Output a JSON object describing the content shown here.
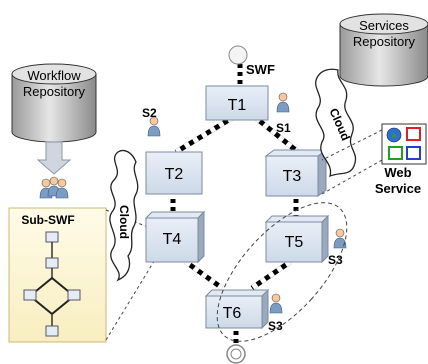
{
  "workflow_repository": {
    "label_line1": "Workflow",
    "label_line2": "Repository"
  },
  "services_repository": {
    "label_line1": "Services",
    "label_line2": "Repository"
  },
  "web_service": {
    "label_line1": "Web",
    "label_line2": "Service"
  },
  "sub_swf": {
    "label": "Sub-SWF"
  },
  "swf_label": "SWF",
  "tasks": {
    "t1": "T1",
    "t2": "T2",
    "t3": "T3",
    "t4": "T4",
    "t5": "T5",
    "t6": "T6"
  },
  "servers": {
    "s1": "S1",
    "s2": "S2",
    "s3a": "S3",
    "s3b": "S3"
  },
  "clouds": {
    "left": "Cloud",
    "right": "Cloud"
  },
  "colors": {
    "task_fill": "#dbe5f1",
    "task_side": "#9aa9bb",
    "cylinder": "#c8c8c8",
    "sub_panel": "#fdf6d8",
    "arrow": "#cfd6e0",
    "person": "#8aa7c8",
    "ws_red": "#e02020",
    "ws_green": "#20a020",
    "ws_blue": "#2040d0"
  }
}
